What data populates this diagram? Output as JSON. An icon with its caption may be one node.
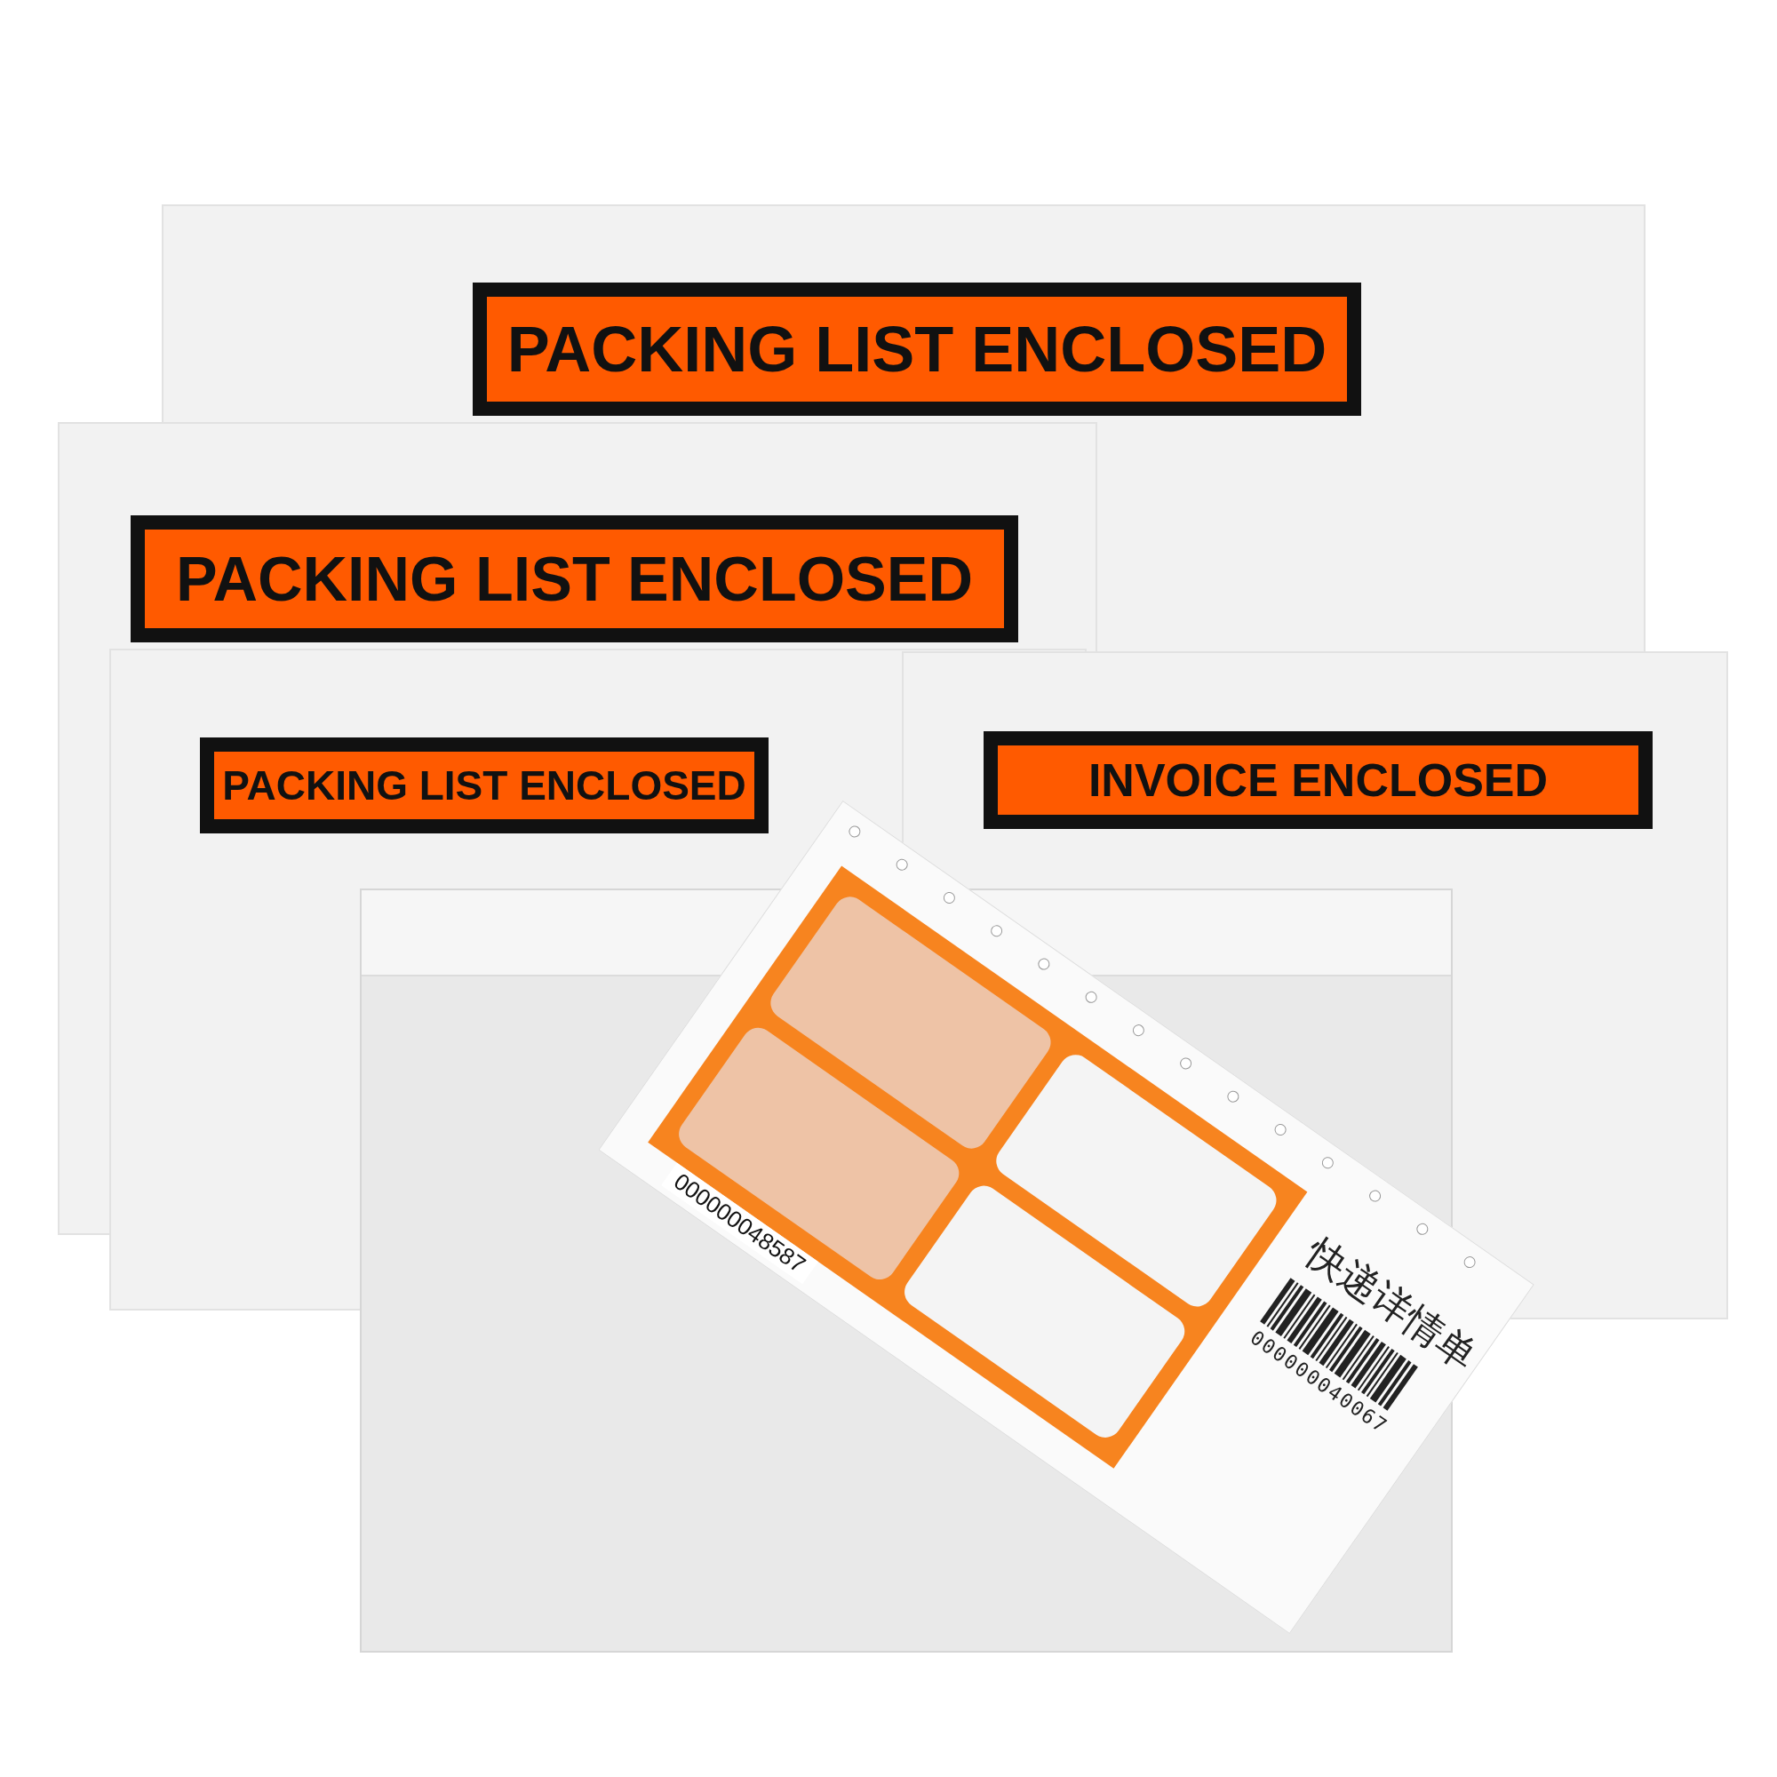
{
  "diagram": {
    "labels": [
      "PACKING LIST ENCLOSED",
      "PACKING LIST ENCLOSED",
      "PACKING LIST ENCLOSED",
      "INVOICE ENCLOSED",
      "快递详情单",
      "000000040067",
      "000000048587"
    ]
  }
}
